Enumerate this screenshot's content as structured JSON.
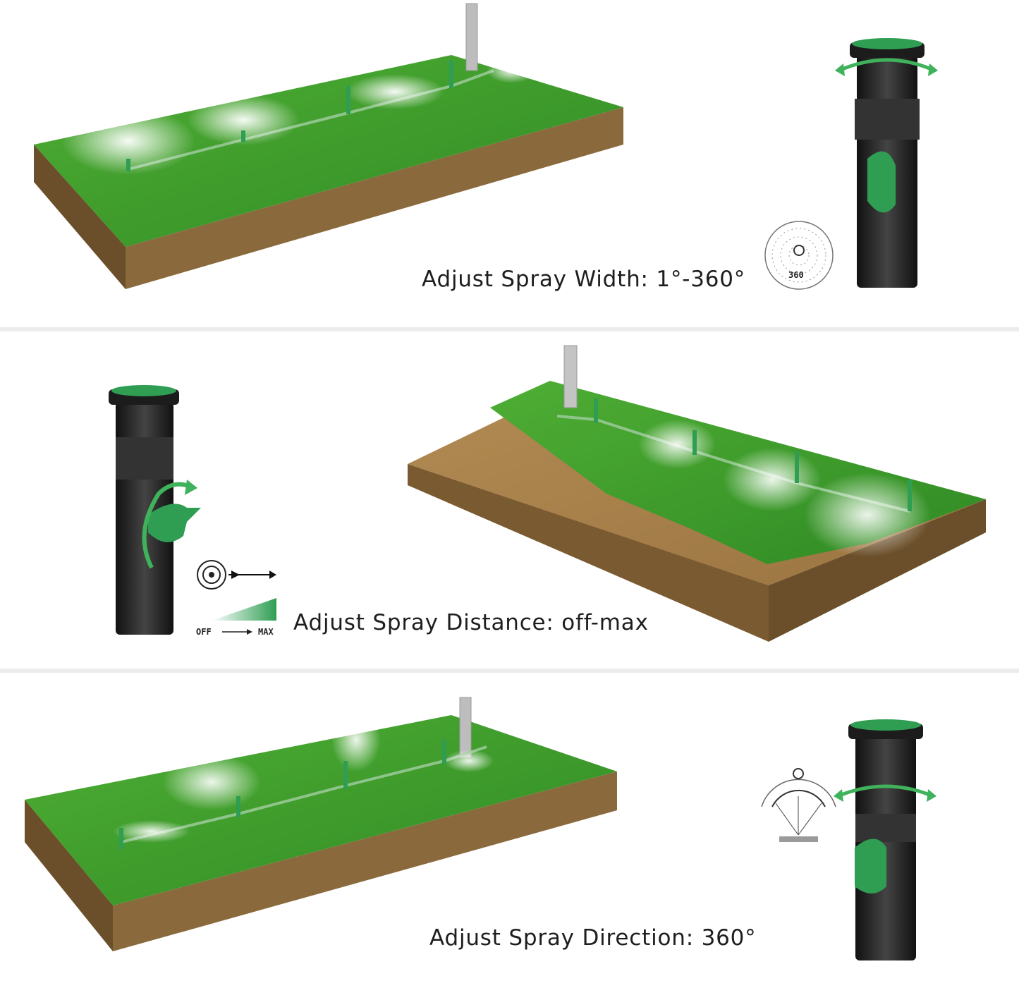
{
  "panels": [
    {
      "caption": "Adjust Spray Width: 1°-360°",
      "badge": "360"
    },
    {
      "caption": "Adjust Spray Distance: off-max",
      "range_start": "OFF",
      "range_end": "MAX"
    },
    {
      "caption": "Adjust Spray Direction: 360°"
    }
  ],
  "colors": {
    "grass": "#3f9a2e",
    "soil": "#8a6a3c",
    "sprinkler_body": "#2b2b2b",
    "sprinkler_accent": "#2f9e52"
  },
  "icons": [
    "rotate-arrow-icon",
    "spray-width-icon",
    "target-icon",
    "spray-distance-icon",
    "spray-direction-icon"
  ]
}
